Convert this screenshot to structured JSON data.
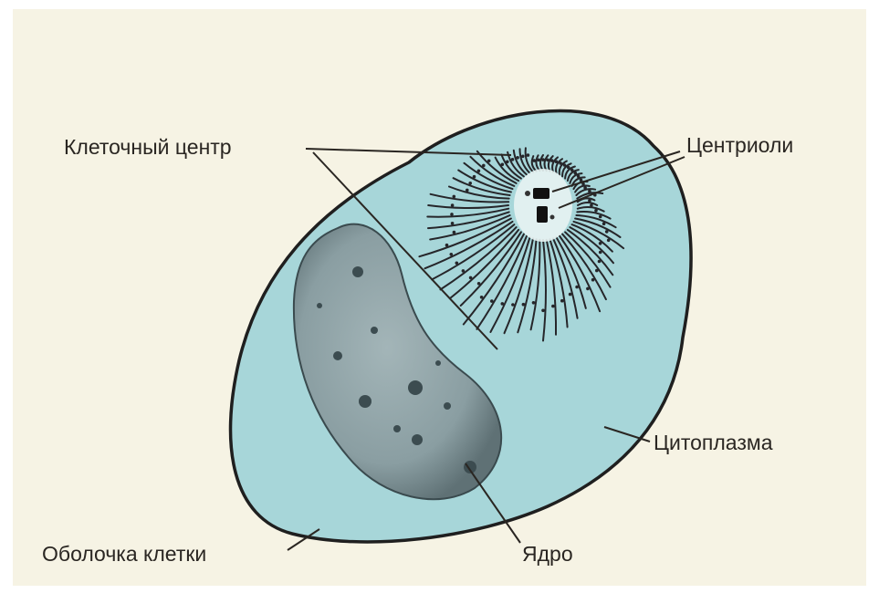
{
  "labels": {
    "cell_center": "Клеточный центр",
    "centrioles": "Центриоли",
    "cytoplasm": "Цитоплазма",
    "cell_membrane": "Оболочка клетки",
    "nucleus": "Ядро"
  },
  "colors": {
    "paper": "#f6f3e4",
    "cytoplasm": "#a7d6d9",
    "membrane": "#1f1f1f",
    "nucleus_fill": "#8a9ea2",
    "nucleus_spots": "#3c4c50",
    "spindle_fibers": "#26262a",
    "text": "#2a2622"
  }
}
